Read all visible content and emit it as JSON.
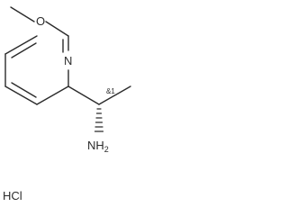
{
  "molecule": {
    "atoms": {
      "oxygen": "O",
      "nitrogen_ring": "N",
      "amine": "NH",
      "amine_subscript": "2",
      "stereo": "&1"
    },
    "salt": "HCl"
  }
}
